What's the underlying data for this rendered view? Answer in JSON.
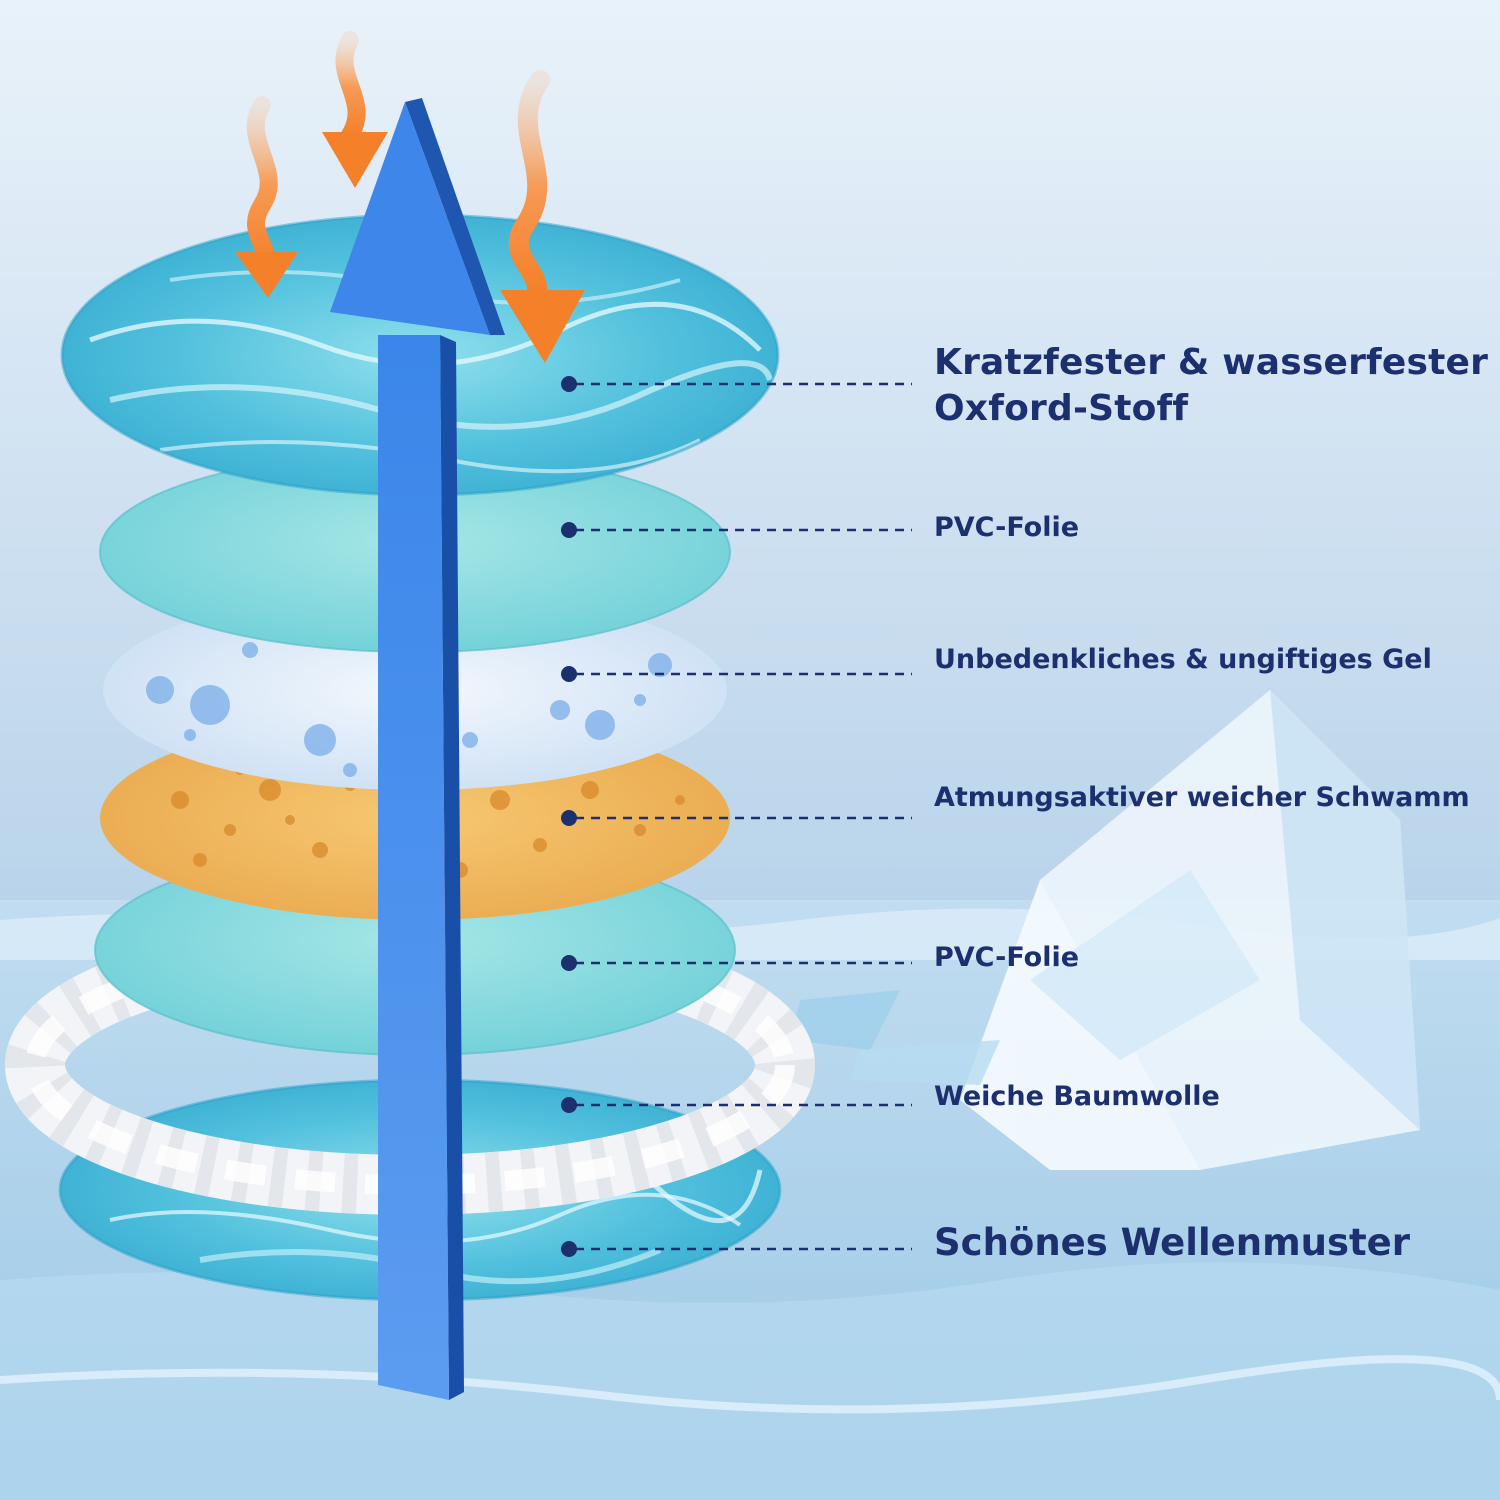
{
  "layers": [
    {
      "id": "oxford",
      "label_line1": "Kratzfester & wasserfester",
      "label_line2": "Oxford-Stoff"
    },
    {
      "id": "pvc-top",
      "label": "PVC-Folie"
    },
    {
      "id": "gel",
      "label": "Unbedenkliches & ungiftiges Gel"
    },
    {
      "id": "sponge",
      "label": "Atmungsaktiver weicher Schwamm"
    },
    {
      "id": "pvc-bottom",
      "label": "PVC-Folie"
    },
    {
      "id": "cotton",
      "label": "Weiche Baumwolle"
    },
    {
      "id": "wave",
      "label": "Schönes Wellenmuster"
    }
  ],
  "colors": {
    "label_text": "#1c2f6e",
    "leader_line": "#1c2f6e",
    "arrow_blue": "#3b7fe6",
    "heat_orange": "#f5832a",
    "water_teal": "#5cc3de",
    "pvc_teal": "#7fd8dd",
    "sponge_orange": "#f0b45e",
    "background_sky": "#cfe3f3"
  },
  "icons": [
    "heat-wave-arrow-icon",
    "cooling-up-arrow-icon"
  ]
}
